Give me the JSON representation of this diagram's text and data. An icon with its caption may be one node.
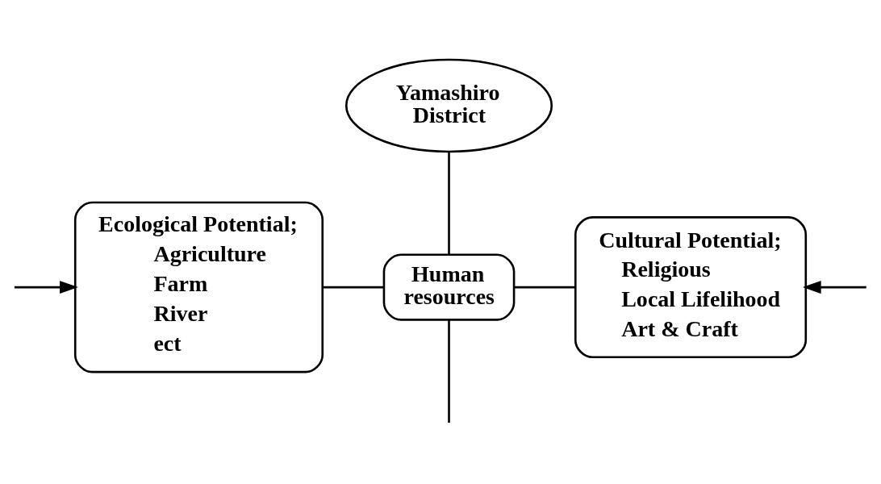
{
  "diagram": {
    "nodes": [
      {
        "text": [
          "Yamashiro District"
        ]
      },
      {
        "text": [
          "Human resources"
        ]
      },
      {
        "text": [
          "Ecological Potential;",
          "Agriculture",
          "Farm",
          "River",
          "ect"
        ]
      },
      {
        "text": [
          "Cultural Potential;",
          "Religious",
          "Local Lifelihood",
          "Art & Craft"
        ]
      }
    ],
    "edges": [
      {
        "from": 0,
        "to": 1,
        "arrow": "none"
      },
      {
        "from": 2,
        "to": 1,
        "arrow": "none"
      },
      {
        "from": 1,
        "to": 3,
        "arrow": "none"
      },
      {
        "from": 1,
        "to": null,
        "arrow": "none"
      },
      {
        "from": null,
        "to": 2,
        "arrow": "to"
      },
      {
        "from": null,
        "to": 3,
        "arrow": "to"
      }
    ]
  }
}
